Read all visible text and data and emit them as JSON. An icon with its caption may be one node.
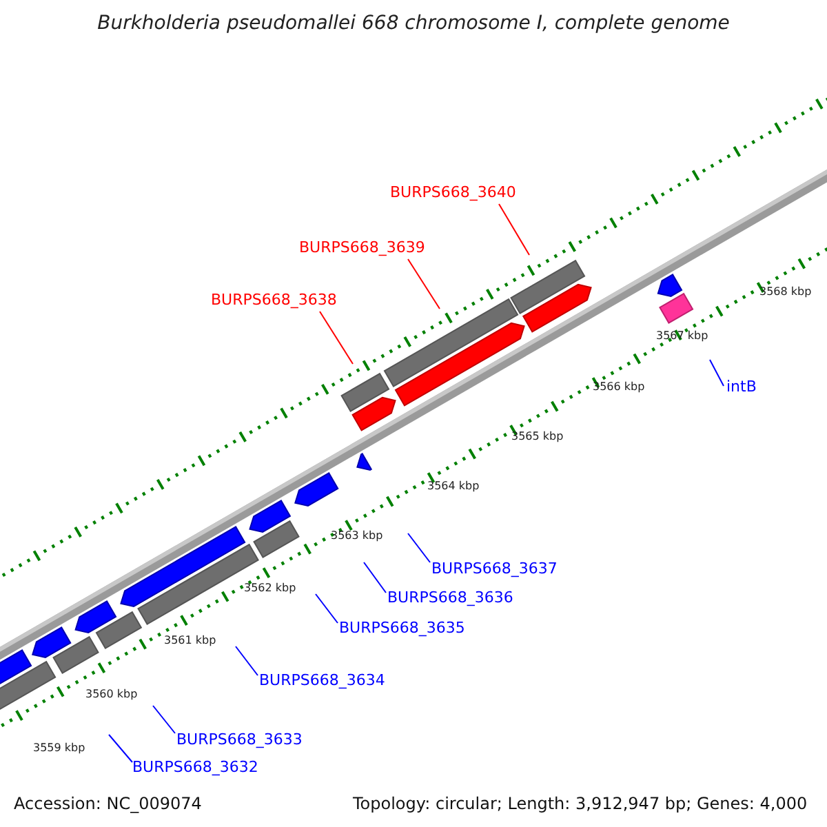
{
  "diagram": {
    "title": "Burkholderia pseudomallei 668 chromosome I, complete genome",
    "nodes": [
      {
        "text": [
          "BURPS668_3640"
        ]
      },
      {
        "text": [
          "BURPS668_3639"
        ]
      },
      {
        "text": [
          "BURPS668_3638"
        ]
      },
      {
        "text": [
          "intB"
        ]
      },
      {
        "text": [
          "BURPS668_3637"
        ]
      },
      {
        "text": [
          "BURPS668_3636"
        ]
      },
      {
        "text": [
          "BURPS668_3635"
        ]
      },
      {
        "text": [
          "BURPS668_3634"
        ]
      },
      {
        "text": [
          "BURPS668_3633"
        ]
      },
      {
        "text": [
          "BURPS668_3632"
        ]
      }
    ],
    "edges": [
      {
        "from": 0,
        "to": null,
        "arrow": "none",
        "color": "#ff0000"
      },
      {
        "from": 1,
        "to": null,
        "arrow": "none",
        "color": "#ff0000"
      },
      {
        "from": 2,
        "to": null,
        "arrow": "none",
        "color": "#ff0000"
      },
      {
        "from": 3,
        "to": null,
        "arrow": "none"
      },
      {
        "from": 4,
        "to": null,
        "arrow": "none"
      },
      {
        "from": 5,
        "to": null,
        "arrow": "none"
      },
      {
        "from": 6,
        "to": null,
        "arrow": "none"
      },
      {
        "from": 7,
        "to": null,
        "arrow": "none"
      },
      {
        "from": 8,
        "to": null,
        "arrow": "none"
      },
      {
        "from": 9,
        "to": null,
        "arrow": "none"
      }
    ],
    "labels": [
      "3568 kbp",
      "3567 kbp",
      "3566 kbp",
      "3565 kbp",
      "3564 kbp",
      "3563 kbp",
      "3562 kbp",
      "3561 kbp",
      "3560 kbp",
      "3559 kbp",
      "Accession: NC_009074",
      "Topology: circular; Length: 3,912,947 bp; Genes: 4,000"
    ]
  }
}
